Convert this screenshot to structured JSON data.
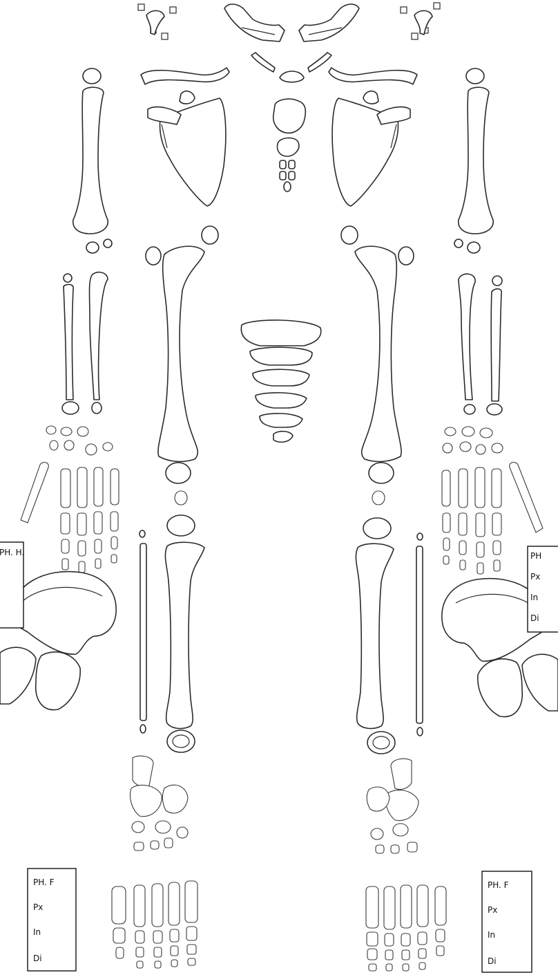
{
  "labels": {
    "left_hand_box": {
      "title": "PH. H."
    },
    "right_hand_box": {
      "title": "PH",
      "rows": [
        "Px",
        "In",
        "Di"
      ]
    },
    "left_foot_box": {
      "title": "PH. F",
      "rows": [
        "Px",
        "In",
        "Di"
      ]
    },
    "right_foot_box": {
      "title": "PH. F",
      "rows": [
        "Px",
        "In",
        "Di"
      ]
    }
  },
  "colors": {
    "line": "#2b2b2b",
    "background": "#ffffff"
  }
}
